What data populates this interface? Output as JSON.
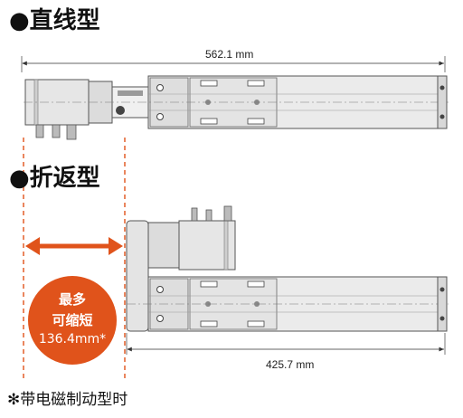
{
  "headings": {
    "straight": "●直线型",
    "folded": "●折返型"
  },
  "dimensions": {
    "straight_length": "562.1 mm",
    "folded_length": "425.7 mm"
  },
  "badge": {
    "line1": "最多",
    "line2": "可缩短",
    "line3": "136.4mm*"
  },
  "footnote": "✻带电磁制动型时",
  "colors": {
    "accent": "#e0531b",
    "body": "#e8e8e8",
    "outline": "#555555"
  }
}
